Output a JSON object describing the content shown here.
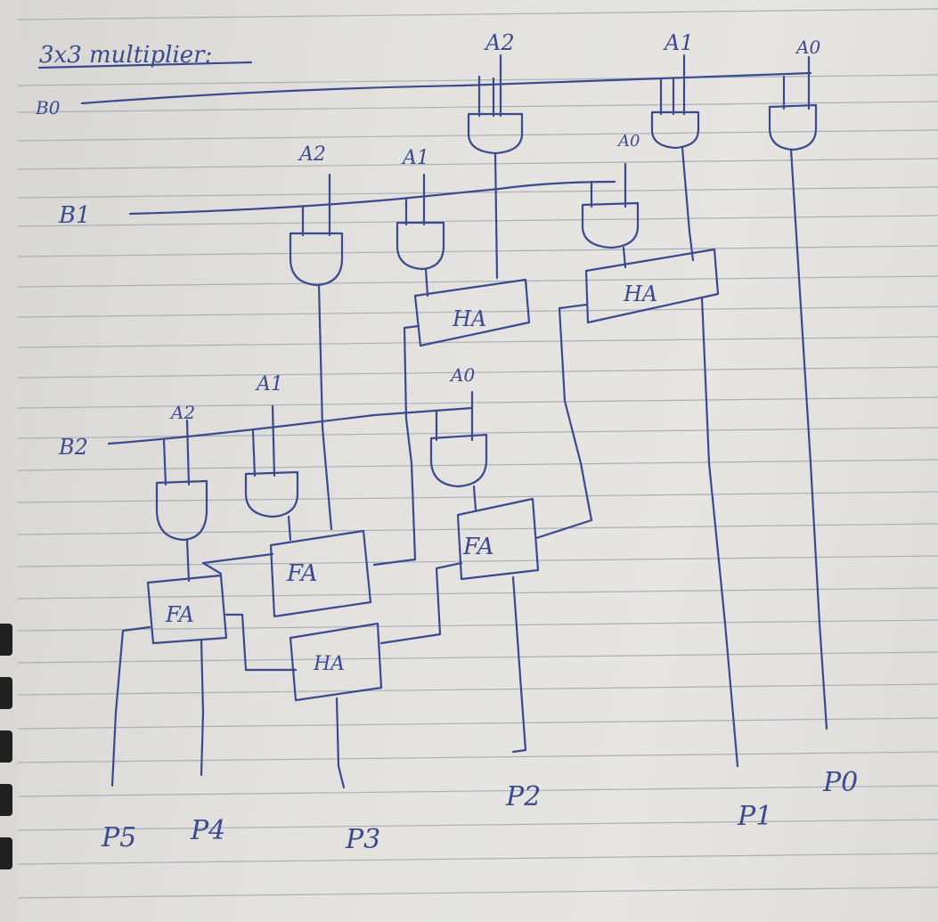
{
  "title": "3x3 multiplier:",
  "colors": {
    "ink": "#3b4a8f",
    "paper": "#e4e3df",
    "rule": "#a9b0bb"
  },
  "inputs": {
    "a_top": [
      "A2",
      "A1",
      "A0"
    ],
    "b0": "B0",
    "b1": "B1",
    "b1_a": [
      "A2",
      "A1",
      "A0"
    ],
    "b2": "B2",
    "b2_a": [
      "A2",
      "A1",
      "A0"
    ]
  },
  "blocks": {
    "ha_row1_left": "HA",
    "ha_row1_right": "HA",
    "fa_row2_mid": "FA",
    "fa_row2_right": "FA",
    "fa_row3_left": "FA",
    "ha_row3": "HA"
  },
  "outputs": [
    "P5",
    "P4",
    "P3",
    "P2",
    "P1",
    "P0"
  ]
}
